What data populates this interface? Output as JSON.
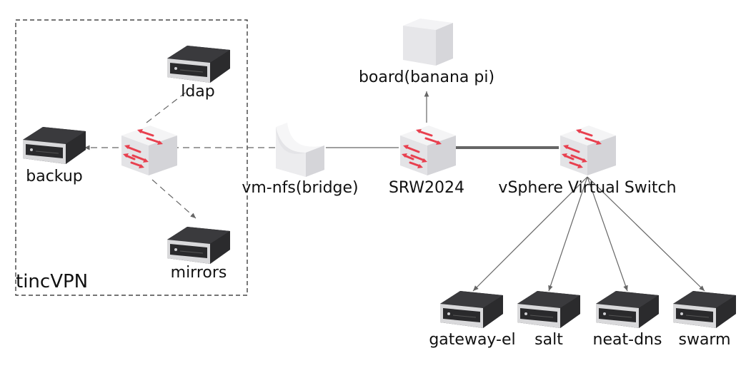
{
  "group": {
    "label": "tincVPN"
  },
  "nodes": {
    "ldap": {
      "label": "ldap",
      "icon": "server-icon"
    },
    "backup": {
      "label": "backup",
      "icon": "server-icon"
    },
    "mirrors": {
      "label": "mirrors",
      "icon": "server-icon"
    },
    "vpn_switch": {
      "label": "",
      "icon": "switch-icon"
    },
    "vm_nfs": {
      "label": "vm-nfs(bridge)",
      "icon": "bridge-icon"
    },
    "srw2024": {
      "label": "SRW2024",
      "icon": "switch-icon"
    },
    "board": {
      "label": "board(banana pi)",
      "icon": "box-icon"
    },
    "vsphere": {
      "label": "vSphere Virtual Switch",
      "icon": "switch-icon"
    },
    "gateway_el": {
      "label": "gateway-el",
      "icon": "server-icon"
    },
    "salt": {
      "label": "salt",
      "icon": "server-icon"
    },
    "neat_dns": {
      "label": "neat-dns",
      "icon": "server-icon"
    },
    "swarm": {
      "label": "swarm",
      "icon": "server-icon"
    }
  },
  "colors": {
    "switch_arrow": "#e8404f",
    "server_body": "#2e2e30",
    "line": "#666666",
    "thick_line": "#666666"
  }
}
